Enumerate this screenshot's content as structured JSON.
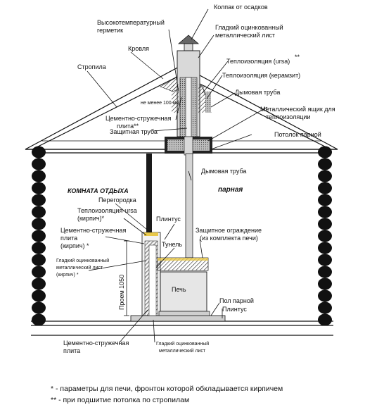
{
  "labels": {
    "kolpak": "Колпак от осадков",
    "germetik_1": "Высокотемпературный",
    "germetik_2": "герметик",
    "gladkiy_top_1": "Гладкий оцинкованный",
    "gladkiy_top_2": "металлический лист",
    "krovlya": "Кровля",
    "ursa_top": "Теплоизоляция (ursa)",
    "ursa_top_mark": "**",
    "stropila": "Стропила",
    "keramzit": "Теплоизоляция (керамзит)",
    "dist": "не менее 100 мм",
    "dymovaya_top": "Дымовая труба",
    "csp_top_1": "Цементно-стружечная",
    "csp_top_2": "плита**",
    "yashik_1": "Металлический ящик для",
    "yashik_2": "теплоизоляции",
    "zashit_truba": "Защитная труба",
    "potolok": "Потолок парной",
    "dymovaya_mid": "Дымовая труба",
    "komnata": "КОМНАТА ОТДЫХА",
    "parnaya": "парная",
    "peregorodka": "Перегородка",
    "ursa_mid_1": "Теплоизоляция-ursa",
    "ursa_mid_2": "(кирпич)*",
    "plintus_top": "Плинтус",
    "csp_mid_1": "Цементно-стружечная",
    "csp_mid_2": "плита",
    "csp_mid_3": "(кирпич) *",
    "zashit_ograzhd_1": "Защитное ограждение",
    "zashit_ograzhd_2": "(из комплекта печи)",
    "tunel": "Тунель",
    "gladkiy_mid_1": "Гладкий оцинкованный",
    "gladkiy_mid_2": "металлический лист",
    "gladkiy_mid_3": "(кирпич) *",
    "pech": "Печь",
    "proem": "Проем 1050",
    "pol": "Пол парной",
    "plintus_bot": "Плинтус",
    "csp_bot_1": "Цементно-стружечная",
    "csp_bot_2": "плита",
    "gladkiy_bot_1": "Гладкий оцинкованный",
    "gladkiy_bot_2": "металлический лист"
  },
  "footnotes": {
    "note1": "* - параметры для печи, фронтон которой обкладывается кирпичем",
    "note2": "** - при подшитие потолка по стропилам"
  },
  "colors": {
    "line": "#111111",
    "log": "#111111",
    "pipe": "#d9d9d9",
    "insulation": "#3a3a3a",
    "stove": "#e6e6e6",
    "accent": "#e8c84a"
  }
}
